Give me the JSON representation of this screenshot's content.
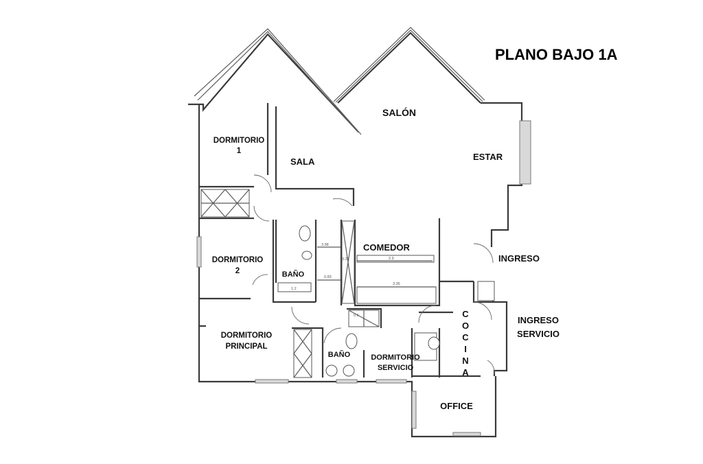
{
  "title": "PLANO BAJO 1A",
  "rooms": {
    "salon": "SALÓN",
    "sala": "SALA",
    "estar": "ESTAR",
    "dormitorio1_line1": "DORMITORIO",
    "dormitorio1_line2": "1",
    "dormitorio2_line1": "DORMITORIO",
    "dormitorio2_line2": "2",
    "comedor": "COMEDOR",
    "ingreso": "INGRESO",
    "ingreso_servicio_line1": "INGRESO",
    "ingreso_servicio_line2": "SERVICIO",
    "bano_1": "BAÑO",
    "bano_2": "BAÑO",
    "dormitorio_principal_line1": "DORMITORIO",
    "dormitorio_principal_line2": "PRINCIPAL",
    "dormitorio_servicio_line1": "DORMITORIO",
    "dormitorio_servicio_line2": "SERVICIO",
    "cocina_letters": [
      "C",
      "O",
      "C",
      "I",
      "N",
      "A"
    ],
    "office": "OFFICE"
  },
  "dimensions": [
    "3.98",
    "3.25",
    "2.9",
    "0.83",
    "3.35",
    "1.2",
    "0.6"
  ]
}
